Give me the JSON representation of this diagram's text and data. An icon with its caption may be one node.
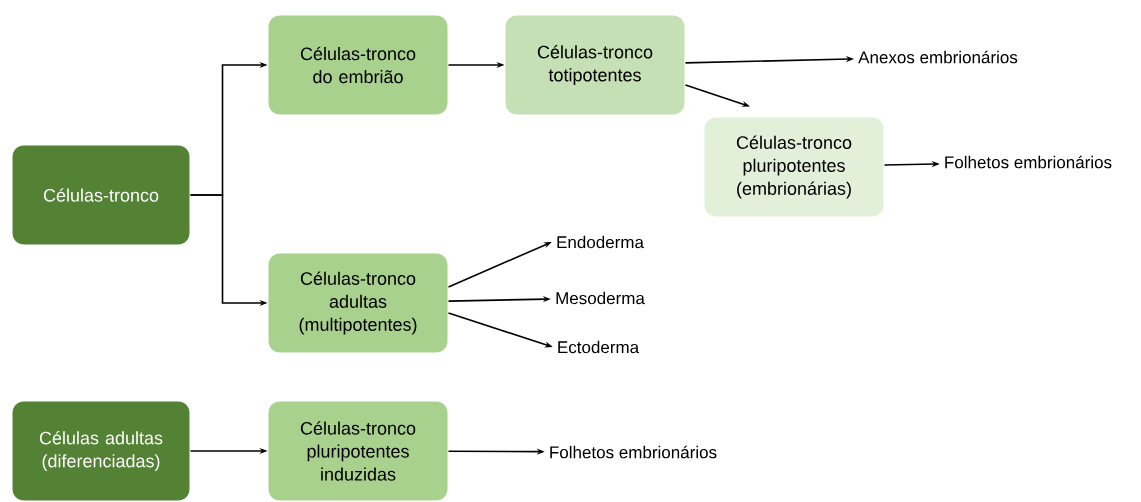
{
  "diagram": {
    "nodes": [
      {
        "text": [
          "Células-tronco"
        ]
      },
      {
        "text": [
          "Células-tronco do embrião"
        ]
      },
      {
        "text": [
          "Células-tronco totipotentes"
        ]
      },
      {
        "text": [
          "Anexos embrionários"
        ]
      },
      {
        "text": [
          "Células-tronco pluripotentes (embrionárias)"
        ]
      },
      {
        "text": [
          "Folhetos embrionários"
        ]
      },
      {
        "text": [
          "Células-tronco adultas (multipotentes)"
        ]
      },
      {
        "text": [
          "Endoderma"
        ]
      },
      {
        "text": [
          "Mesoderma"
        ]
      },
      {
        "text": [
          "Ectoderma"
        ]
      },
      {
        "text": [
          "Células adultas (diferenciadas)"
        ]
      },
      {
        "text": [
          "Células-tronco pluripotentes induzidas"
        ]
      },
      {
        "text": [
          "Folhetos embrionários"
        ]
      }
    ],
    "edges": [
      {
        "from": 0,
        "to": 1,
        "arrow": "to"
      },
      {
        "from": 0,
        "to": 6,
        "arrow": "to"
      },
      {
        "from": 1,
        "to": 2,
        "arrow": "to"
      },
      {
        "from": 2,
        "to": 3,
        "arrow": "to"
      },
      {
        "from": 2,
        "to": 4,
        "arrow": "to"
      },
      {
        "from": 4,
        "to": 5,
        "arrow": "to"
      },
      {
        "from": 6,
        "to": 7,
        "arrow": "to"
      },
      {
        "from": 6,
        "to": 8,
        "arrow": "to"
      },
      {
        "from": 6,
        "to": 9,
        "arrow": "to"
      },
      {
        "from": 10,
        "to": 11,
        "arrow": "to"
      },
      {
        "from": 11,
        "to": 12,
        "arrow": "to"
      }
    ]
  }
}
